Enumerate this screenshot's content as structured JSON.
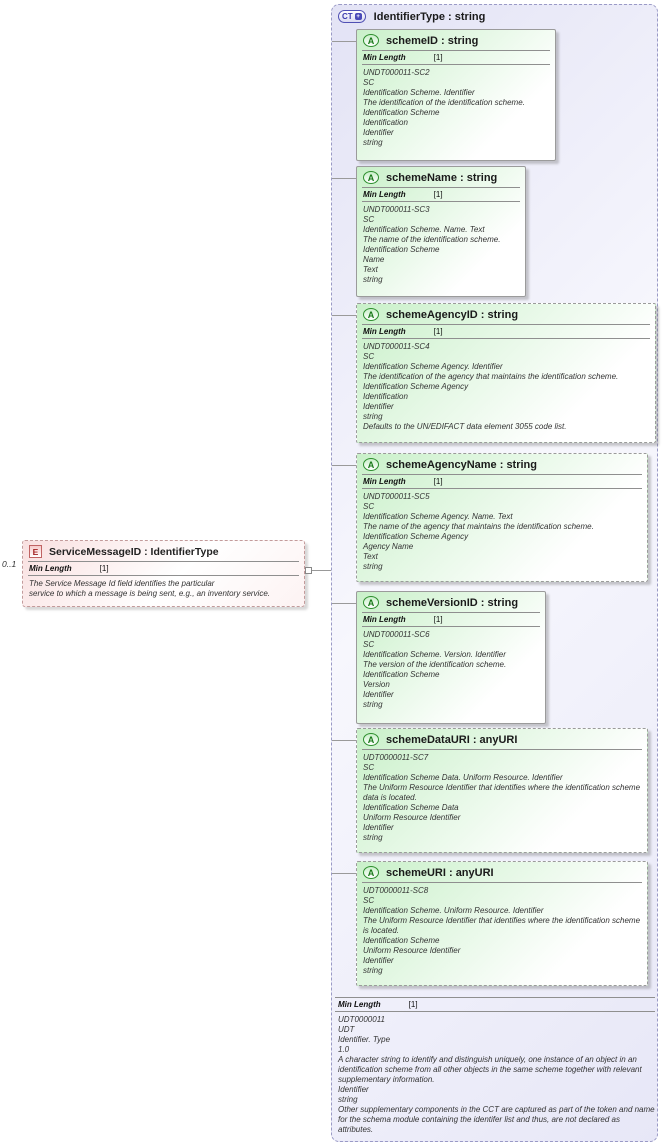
{
  "element": {
    "cardinality": "0..1",
    "icon": "E",
    "title": "ServiceMessageID : IdentifierType",
    "facet_label": "Min Length",
    "facet_value": "[1]",
    "annotation": "The Service Message Id field identifies the particular\nservice to which a message is being sent, e.g., an inventory service."
  },
  "complex_type": {
    "icon": "CT",
    "title": "IdentifierType : string",
    "attribute_icon": "A",
    "attributes": [
      {
        "title": "schemeID : string",
        "facet_label": "Min Length",
        "facet_value": "[1]",
        "annotation_lines": [
          "UNDT000011-SC2",
          "SC",
          "Identification Scheme. Identifier",
          "The identification of the identification scheme.",
          "Identification Scheme",
          "Identification",
          "Identifier",
          "string"
        ]
      },
      {
        "title": "schemeName : string",
        "facet_label": "Min Length",
        "facet_value": "[1]",
        "annotation_lines": [
          "UNDT000011-SC3",
          "SC",
          "Identification Scheme. Name. Text",
          "The name of the identification scheme.",
          "Identification Scheme",
          "Name",
          "Text",
          "string"
        ]
      },
      {
        "title": "schemeAgencyID : string",
        "facet_label": "Min Length",
        "facet_value": "[1]",
        "annotation_lines": [
          "UNDT000011-SC4",
          "SC",
          "Identification Scheme Agency. Identifier",
          "The identification of the agency that maintains the identification scheme.",
          "Identification Scheme Agency",
          "Identification",
          "Identifier",
          "string",
          "Defaults to the UN/EDIFACT data element 3055 code list."
        ]
      },
      {
        "title": "schemeAgencyName : string",
        "facet_label": "Min Length",
        "facet_value": "[1]",
        "annotation_lines": [
          "UNDT000011-SC5",
          "SC",
          "Identification Scheme Agency. Name. Text",
          "The name of the agency that maintains the identification scheme.",
          "Identification Scheme Agency",
          "Agency Name",
          "Text",
          "string"
        ]
      },
      {
        "title": "schemeVersionID : string",
        "facet_label": "Min Length",
        "facet_value": "[1]",
        "annotation_lines": [
          "UNDT000011-SC6",
          "SC",
          "Identification Scheme. Version. Identifier",
          "The version of the identification scheme.",
          "Identification Scheme",
          "Version",
          "Identifier",
          "string"
        ]
      },
      {
        "title": "schemeDataURI : anyURI",
        "annotation_lines": [
          "UDT0000011-SC7",
          "SC",
          "Identification Scheme Data. Uniform Resource. Identifier",
          "The Uniform Resource Identifier that identifies where the identification scheme data is located.",
          "Identification Scheme Data",
          "Uniform Resource Identifier",
          "Identifier",
          "string"
        ]
      },
      {
        "title": "schemeURI : anyURI",
        "annotation_lines": [
          "UDT0000011-SC8",
          "SC",
          "Identification Scheme. Uniform Resource. Identifier",
          "The Uniform Resource Identifier that identifies where the identification scheme is located.",
          "Identification Scheme",
          "Uniform Resource Identifier",
          "Identifier",
          "string"
        ]
      }
    ],
    "footer": {
      "facet_label": "Min Length",
      "facet_value": "[1]",
      "annotation_lines": [
        "UDT0000011",
        "UDT",
        "Identifier. Type",
        "1.0",
        "A character string to identify and distinguish uniquely, one instance of an object in an identification scheme from all other objects in the same scheme together with relevant supplementary information.",
        "Identifier",
        "string",
        "Other supplementary components in the CCT are captured as part of the token and name for the schema module containing the identifer list and thus, are not declared as attributes."
      ]
    }
  }
}
